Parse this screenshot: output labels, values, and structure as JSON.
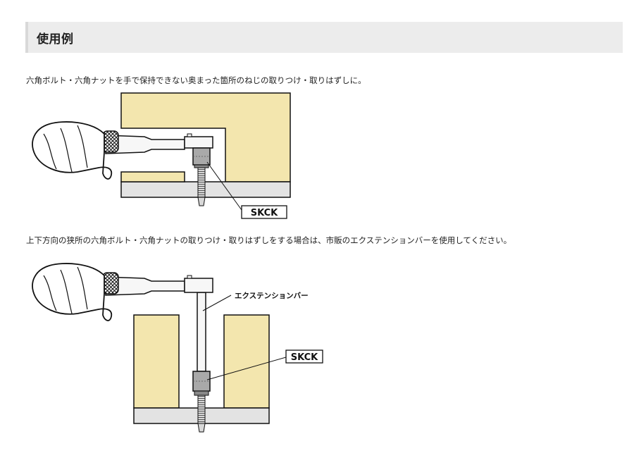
{
  "section": {
    "title": "使用例"
  },
  "examples": [
    {
      "description": "六角ボルト・六角ナットを手で保持できない奥まった箇所のねじの取りつけ・取りはずしに。",
      "callout_label": "SKCK"
    },
    {
      "description": "上下方向の狭所の六角ボルト・六角ナットの取りつけ・取りはずしをする場合は、市販のエクステンションバーを使用してください。",
      "extension_label": "エクステンションバー",
      "callout_label": "SKCK"
    }
  ],
  "colors": {
    "wall_fill": "#f3e6ae",
    "floor_fill": "#e3e3e3",
    "socket_fill": "#a9a9a9",
    "handle_fill": "#f7f7f7",
    "outline": "#111111",
    "header_bg": "#ececec"
  }
}
